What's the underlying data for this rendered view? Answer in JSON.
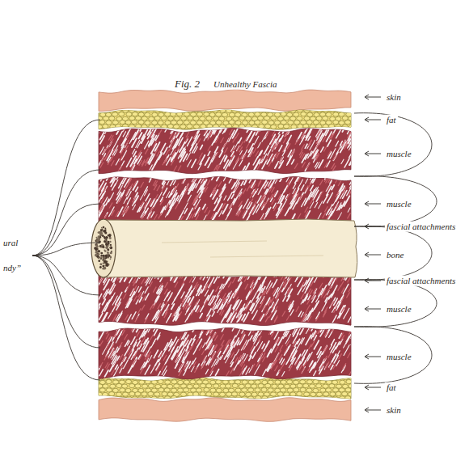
{
  "diagram": {
    "title": "Unhealthy Fascia",
    "labels": [
      "Fig. 2",
      "skin",
      "fat",
      "muscle",
      "muscle",
      "fascial attachments",
      "bone",
      "fascial attachments",
      "muscle",
      "muscle",
      "fat",
      "skin",
      "ural",
      "ndy”"
    ]
  }
}
